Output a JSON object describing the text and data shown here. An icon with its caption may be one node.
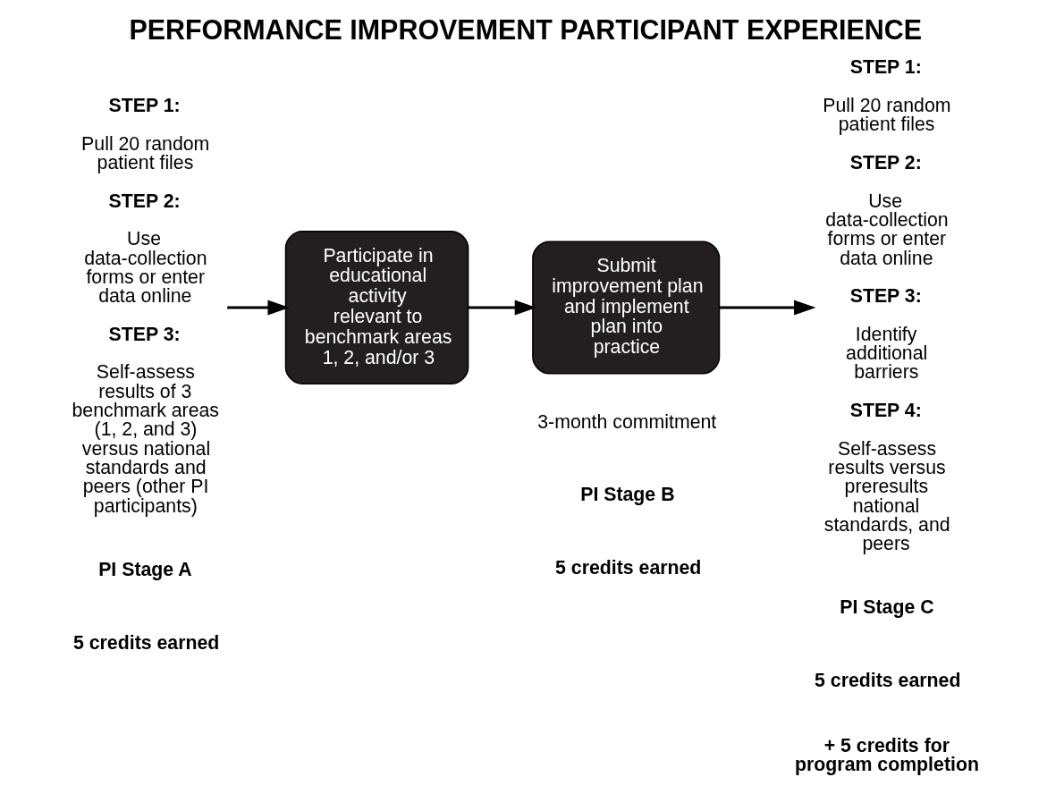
{
  "diagram": {
    "title": "PERFORMANCE IMPROVEMENT PARTICIPANT EXPERIENCE",
    "nodes": [
      {
        "text": [
          "STEP 1:",
          "Pull 20 random patient files",
          "STEP 2:",
          "Use data-collection forms or enter data online",
          "STEP 3:",
          "Self-assess results of 3 benchmark areas (1, 2, and 3) versus national standards and peers (other PI participants)"
        ]
      },
      {
        "text": [
          "Participate in educational activity relevant to benchmark areas 1, 2, and/or 3"
        ]
      },
      {
        "text": [
          "Submit improvement plan and implement plan into practice"
        ]
      },
      {
        "text": [
          "STEP 1:",
          "Pull 20 random patient files",
          "STEP 2:",
          "Use data-collection forms or enter data online",
          "STEP 3:",
          "Identify additional barriers",
          "STEP 4:",
          "Self-assess results versus preresults national standards, and peers"
        ]
      }
    ],
    "edges": [
      {
        "from": 0,
        "to": 1,
        "arrow": "to"
      },
      {
        "from": 1,
        "to": 2,
        "arrow": "to"
      },
      {
        "from": 2,
        "to": 3,
        "arrow": "to"
      }
    ],
    "labels": [
      "3-month commitment",
      "PI Stage A",
      "5 credits earned",
      "PI Stage B",
      "5 credits earned",
      "PI Stage C",
      "5 credits earned",
      "+ 5 credits for program completion"
    ]
  }
}
